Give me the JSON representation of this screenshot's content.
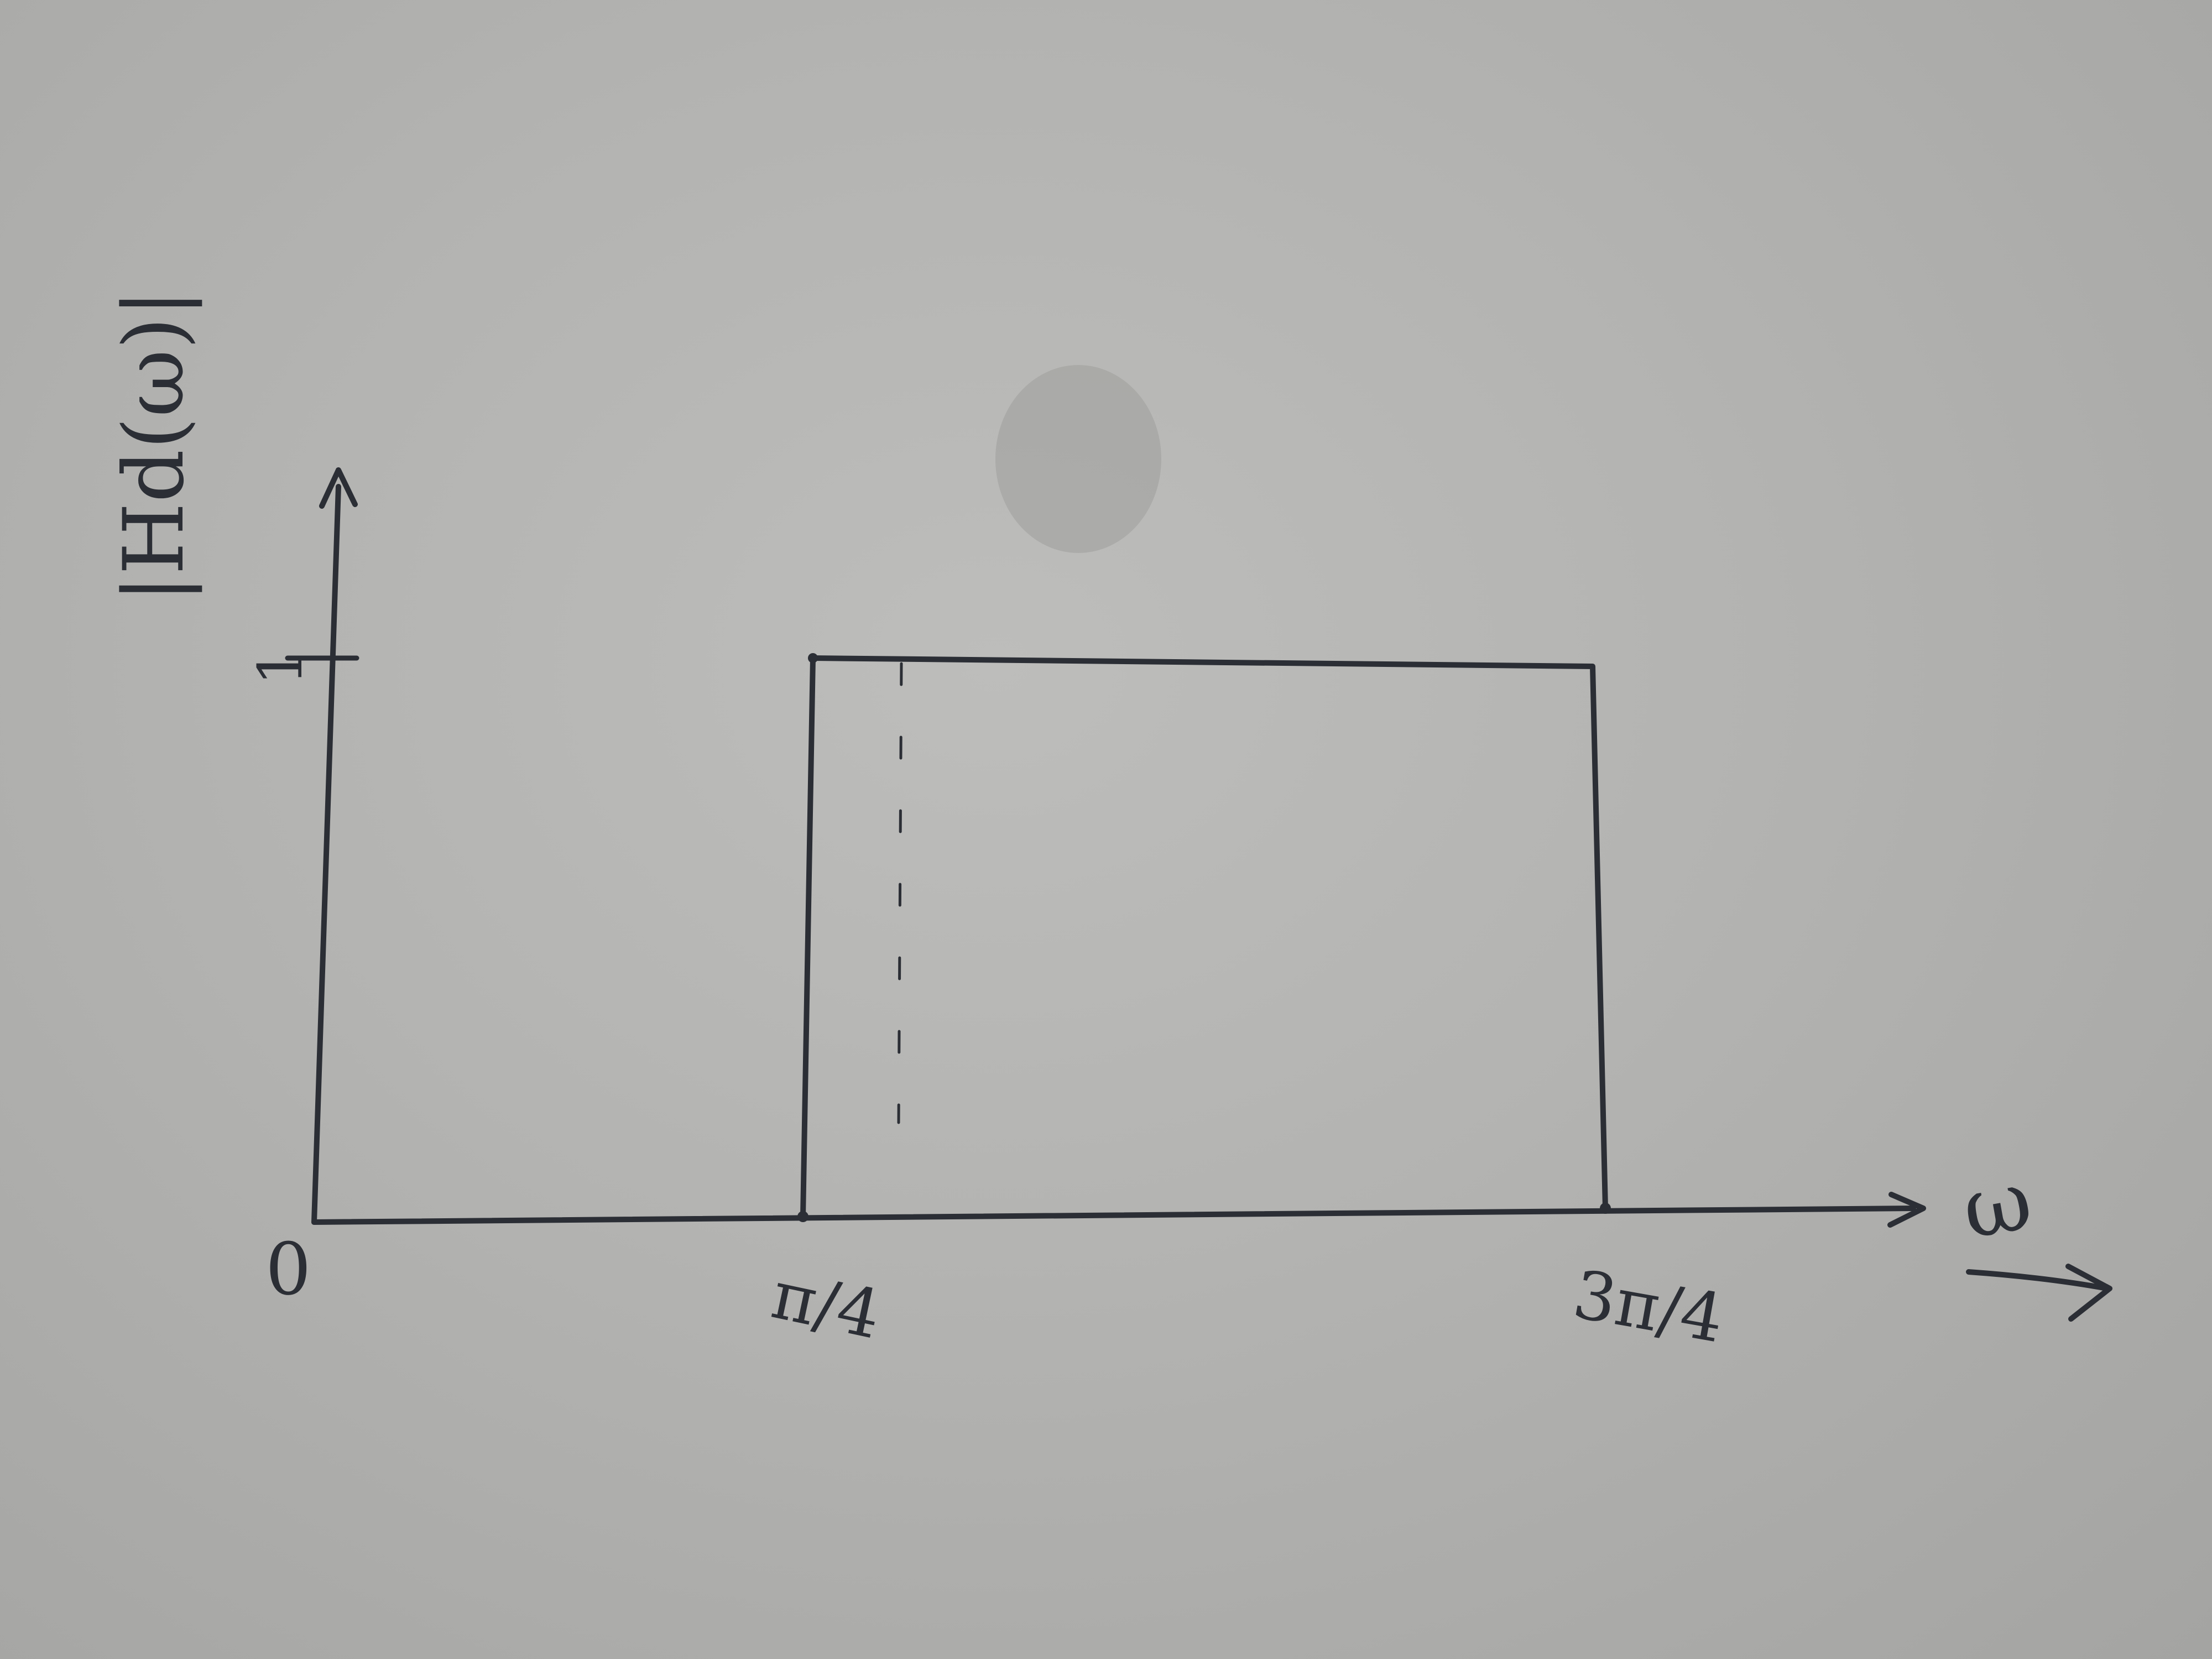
{
  "diagram": {
    "y_axis_label": "|Hd(ω)|",
    "x_axis_label": "ω",
    "origin_label": "0",
    "y_tick_label": "1",
    "x_tick_left_label": "π/4",
    "x_tick_right_label": "3π/4"
  },
  "chart_data": {
    "type": "line",
    "x_label": "ω",
    "y_label": "|Hd(ω)|",
    "x_ticks": [
      "0",
      "π/4",
      "3π/4"
    ],
    "y_ticks": [
      "1"
    ],
    "passband": {
      "from": "π/4",
      "to": "3π/4",
      "magnitude": 1
    },
    "ink_color": "#2b2e35",
    "paper_color": "#b3b3b1"
  }
}
